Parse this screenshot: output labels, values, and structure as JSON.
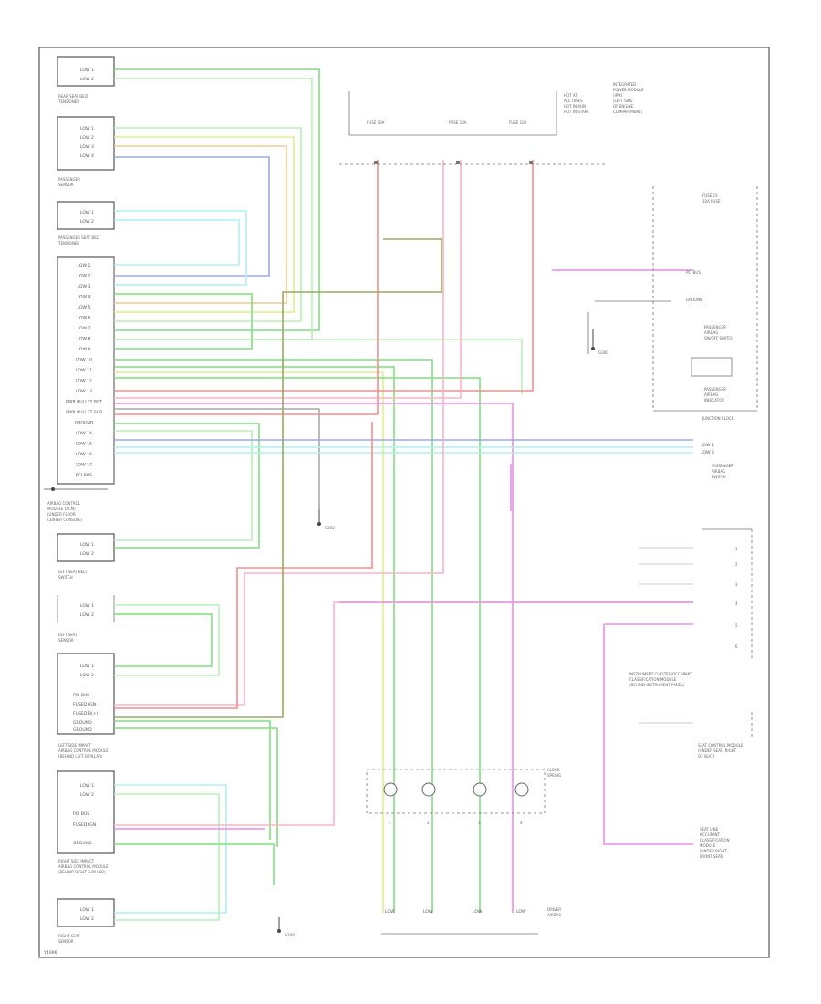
{
  "footer_code": "Y4096",
  "colors": {
    "green": "#7ee07e",
    "light_green": "#b6f0b6",
    "cyan": "#aef0f0",
    "yellow_green": "#dcf08a",
    "pink": "#ffb0c8",
    "red": "#ff8a8a",
    "magenta": "#f08af0",
    "blue": "#9aa8f0",
    "orange": "#f0c890",
    "olive": "#9aa860",
    "gray": "#aaaaaa",
    "light_gray": "#dddddd"
  },
  "components": [
    {
      "id": "rear_seat_belt_tensioner",
      "name": [
        "REAR SEAT BELT",
        "TENSIONER"
      ],
      "pins": [
        "LOW 1",
        "LOW 2"
      ]
    },
    {
      "id": "passenger_sensor",
      "name": [
        "PASSENGER",
        "SENSOR"
      ],
      "pins": [
        "LOW 1",
        "LOW 2",
        "LOW 3",
        "LOW 4"
      ]
    },
    {
      "id": "passenger_seat_belt_tensioner",
      "name": [
        "PASSENGER SEAT BELT",
        "TENSIONER"
      ],
      "pins": [
        "LOW 1",
        "LOW 2"
      ]
    },
    {
      "id": "airbag_control_module",
      "name": [
        "AIRBAG CONTROL",
        "MODULE (ACM)",
        "(UNDER FLOOR",
        "CENTER CONSOLE)"
      ],
      "pins": [
        "LOW 1",
        "LOW 2",
        "LOW 3",
        "LOW 4",
        "LOW 5",
        "LOW 6",
        "LOW 7",
        "LOW 8",
        "LOW 9",
        "LOW 10",
        "LOW 11",
        "LOW 12",
        "LOW 13",
        "PWR BULLET RET",
        "PWR BULLET SUP",
        "GROUND",
        "LOW 14",
        "LOW 15",
        "LOW 16",
        "LOW 17",
        "PCI BUS"
      ]
    },
    {
      "id": "left_seat_belt_switch",
      "name": [
        "LEFT SEAT BELT",
        "SWITCH"
      ],
      "pins": [
        "LOW 1",
        "LOW 2"
      ]
    },
    {
      "id": "left_seat_sensor",
      "name": [
        "LEFT SEAT",
        "SENSOR"
      ],
      "pins": [
        "LOW 1",
        "LOW 2"
      ]
    },
    {
      "id": "left_side_impact_sensor",
      "name": [
        "LEFT SIDE IMPACT",
        "AIRBAG CONTROL MODULE",
        "(BEHIND LEFT B-PILLAR)"
      ],
      "pins": [
        "LOW 1",
        "LOW 2",
        "PCI BUS",
        "FUSED IGN",
        "FUSED B(+)",
        "GROUND",
        "GROUND"
      ]
    },
    {
      "id": "right_side_impact_sensor",
      "name": [
        "RIGHT SIDE IMPACT",
        "AIRBAG CONTROL MODULE",
        "(BEHIND RIGHT B-PILLAR)"
      ],
      "pins": [
        "LOW 1",
        "LOW 2",
        "PCI BUS",
        "FUSED IGN",
        "GROUND"
      ]
    },
    {
      "id": "right_seat_sensor",
      "name": [
        "RIGHT SEAT",
        "SENSOR"
      ],
      "pins": [
        "LOW 1",
        "LOW 2"
      ]
    }
  ],
  "right_components": {
    "fuse_block": {
      "title": [
        "INTEGRATED",
        "POWER MODULE",
        "(IPM)",
        "(LEFT SIDE",
        "OF ENGINE",
        "COMPARTMENT)"
      ],
      "fuses": [
        "FUSE 10A",
        "FUSE 10A",
        "FUSE 10A"
      ],
      "labels": [
        "HOT AT",
        "ALL TIMES",
        "HOT IN RUN",
        "HOT IN START"
      ]
    },
    "junction_block": {
      "title": [
        "FUSE 15",
        "10A FUSE",
        "JUNCTION BLOCK"
      ],
      "labels": [
        "PCI BUS",
        "GROUND",
        "PASSENGER",
        "AIRBAG",
        "ON/OFF SWITCH",
        "PASSENGER",
        "AIRBAG",
        "INDICATOR"
      ]
    },
    "passenger_switch": {
      "title": [
        "PASSENGER",
        "AIRBAG",
        "SWITCH"
      ],
      "pins": [
        "LOW 1",
        "LOW 2"
      ]
    },
    "clockspring_connector": {
      "title": [
        "INSTRUMENT CLUSTER/OCCUPANT",
        "CLASSIFICATION MODULE",
        "(BEHIND INSTRUMENT PANEL)"
      ],
      "pins": [
        "1",
        "2",
        "3",
        "4",
        "5",
        "6"
      ]
    },
    "seat_control_module": {
      "title": [
        "SEAT CONTROL MODULE",
        "(UNDER SEAT, RIGHT",
        "OF SEAT)"
      ]
    },
    "right_rear_module": {
      "title": [
        "SEAT LINE",
        "OCCUPANT",
        "CLASSIFICATION",
        "MODULE",
        "(UNDER RIGHT",
        "FRONT SEAT)"
      ]
    },
    "clockspring": {
      "title": [
        "CLOCK",
        "SPRING"
      ],
      "pins": [
        "1",
        "2",
        "3",
        "4"
      ]
    },
    "driver_airbag": {
      "title": [
        "DRIVER",
        "AIRBAG"
      ],
      "pins": [
        "LOW",
        "LOW",
        "LOW",
        "LOW"
      ]
    }
  },
  "grounds": [
    "G202",
    "G300",
    "G200"
  ]
}
